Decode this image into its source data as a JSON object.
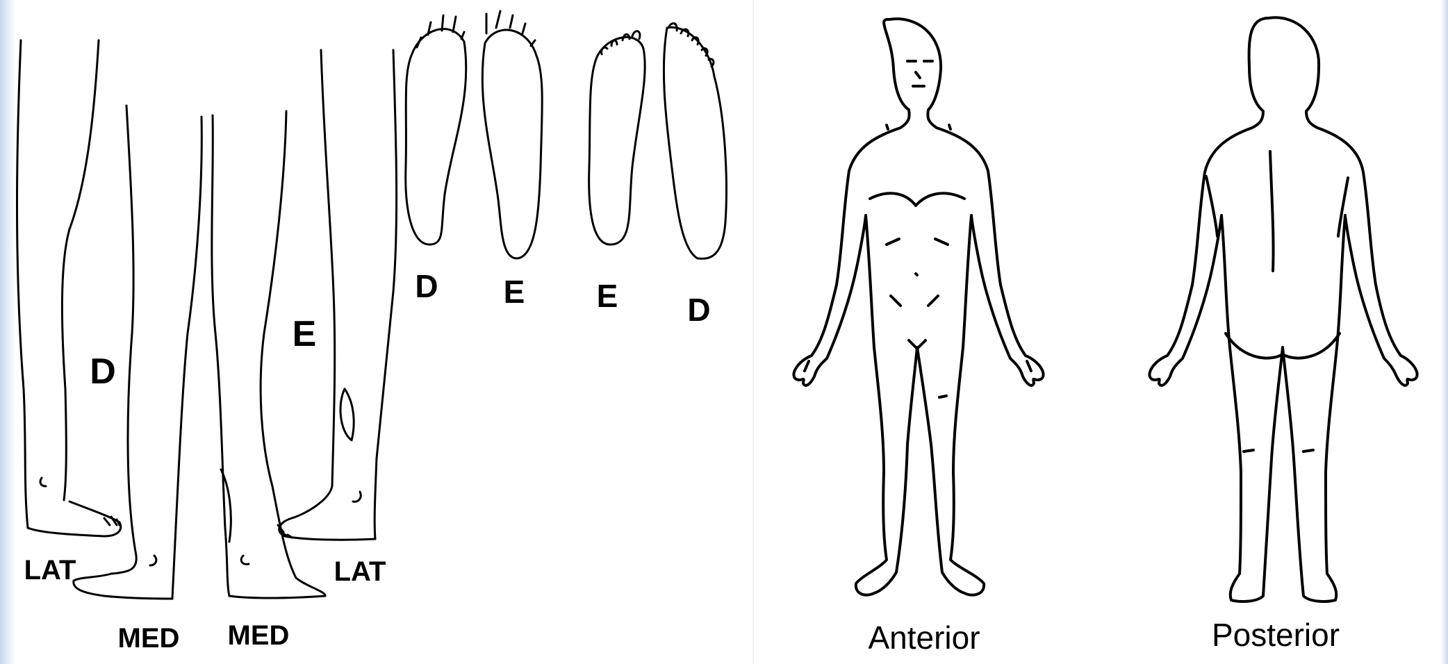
{
  "legs": {
    "right_leg_letter": "D",
    "left_leg_letter": "E",
    "lat_right": "LAT",
    "lat_left": "LAT",
    "med_right": "MED",
    "med_left": "MED"
  },
  "soles": {
    "labels": [
      "D",
      "E",
      "E",
      "D"
    ]
  },
  "body": {
    "anterior": "Anterior",
    "posterior": "Posterior"
  }
}
